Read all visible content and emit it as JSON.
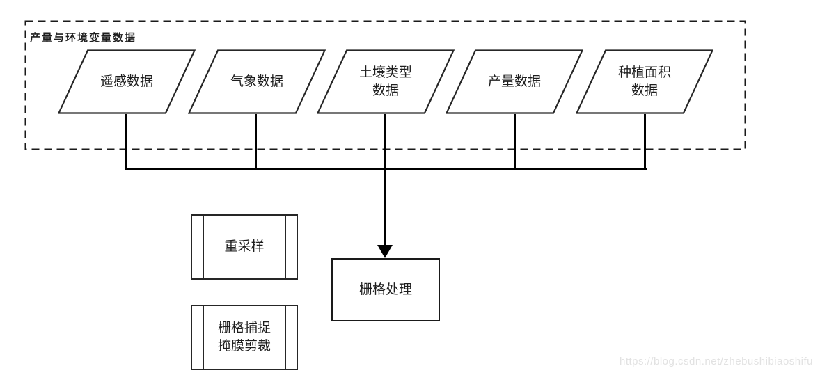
{
  "colors": {
    "background": "#ffffff",
    "shape_border": "#262626",
    "connector": "#000000",
    "separator_line": "#c0c0c0",
    "watermark_text": "#e2e2e2",
    "label_text": "#1f1f1f"
  },
  "watermark": "https://blog.csdn.net/zhebushibiaoshifu",
  "diagram": {
    "group_label": "产量与环境变量数据",
    "inputs": [
      {
        "label": "遥感数据"
      },
      {
        "label": "气象数据"
      },
      {
        "label": "土壤类型\n数据"
      },
      {
        "label": "产量数据"
      },
      {
        "label": "种植面积\n数据"
      }
    ],
    "merge_target": {
      "label": "栅格处理"
    },
    "side_steps": [
      {
        "label": "重采样"
      },
      {
        "label": "栅格捕捉\n掩膜剪裁"
      }
    ]
  }
}
